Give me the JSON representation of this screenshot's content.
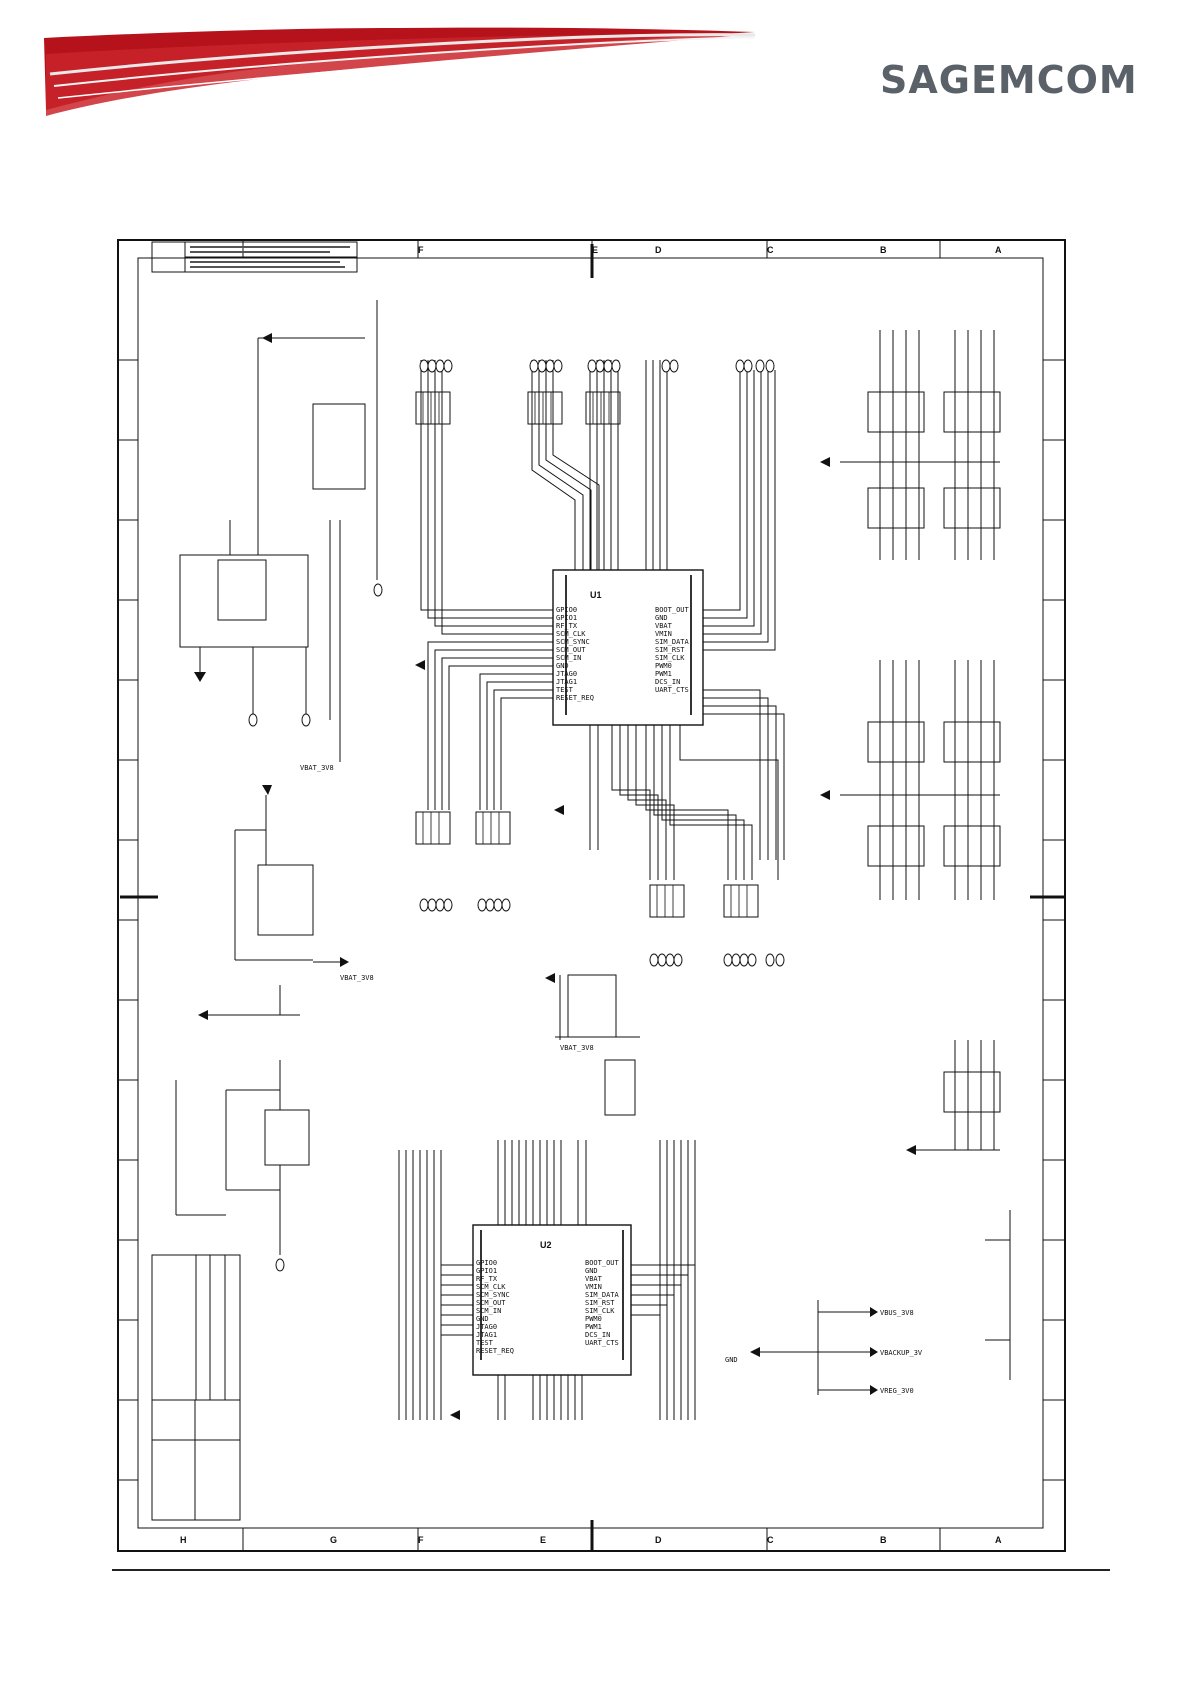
{
  "header": {
    "brand_name": "SAGEMCOM",
    "brand_color": "#5a6168",
    "accent_color": "#b5121b"
  },
  "schematic": {
    "frame_col_letters_top": [
      "F",
      "E",
      "D",
      "C",
      "B",
      "A"
    ],
    "frame_col_letters_bottom": [
      "H",
      "G",
      "F",
      "E",
      "D",
      "C",
      "B",
      "A"
    ],
    "chip_top": {
      "ref": "U1",
      "pins_left": [
        "GPIO0",
        "GPIO1",
        "RF_TX",
        "SCM_CLK",
        "SCM_SYNC",
        "SCM_OUT",
        "SCM_IN",
        "GND",
        "JTAG0",
        "JTAG1",
        "TEST",
        "RESET_REQ"
      ],
      "pins_right": [
        "BOOT_OUT",
        "GND",
        "VBAT",
        "VMIN",
        "SIM_DATA",
        "SIM_RST",
        "SIM_CLK",
        "PWM0",
        "PWM1",
        "DCS_IN",
        "UART_CTS"
      ]
    },
    "chip_bottom": {
      "ref": "U2",
      "pins_left": [
        "GPIO0",
        "GPIO1",
        "RF_TX",
        "SCM_CLK",
        "SCM_SYNC",
        "SCM_OUT",
        "SCM_IN",
        "GND",
        "JTAG0",
        "JTAG1",
        "TEST",
        "RESET_REQ"
      ],
      "pins_right": [
        "BOOT_OUT",
        "GND",
        "VBAT",
        "VMIN",
        "SIM_DATA",
        "SIM_RST",
        "SIM_CLK",
        "PWM0",
        "PWM1",
        "DCS_IN",
        "UART_CTS"
      ]
    },
    "net_labels_right_bottom": [
      "VBUS_3V8",
      "VBACKUP_3V",
      "VREG_3V0"
    ],
    "gnd_label": "GND",
    "connector_labels": [
      "VBAT_3V8",
      "VBAT_3V8",
      "VBAT_3V8"
    ]
  }
}
